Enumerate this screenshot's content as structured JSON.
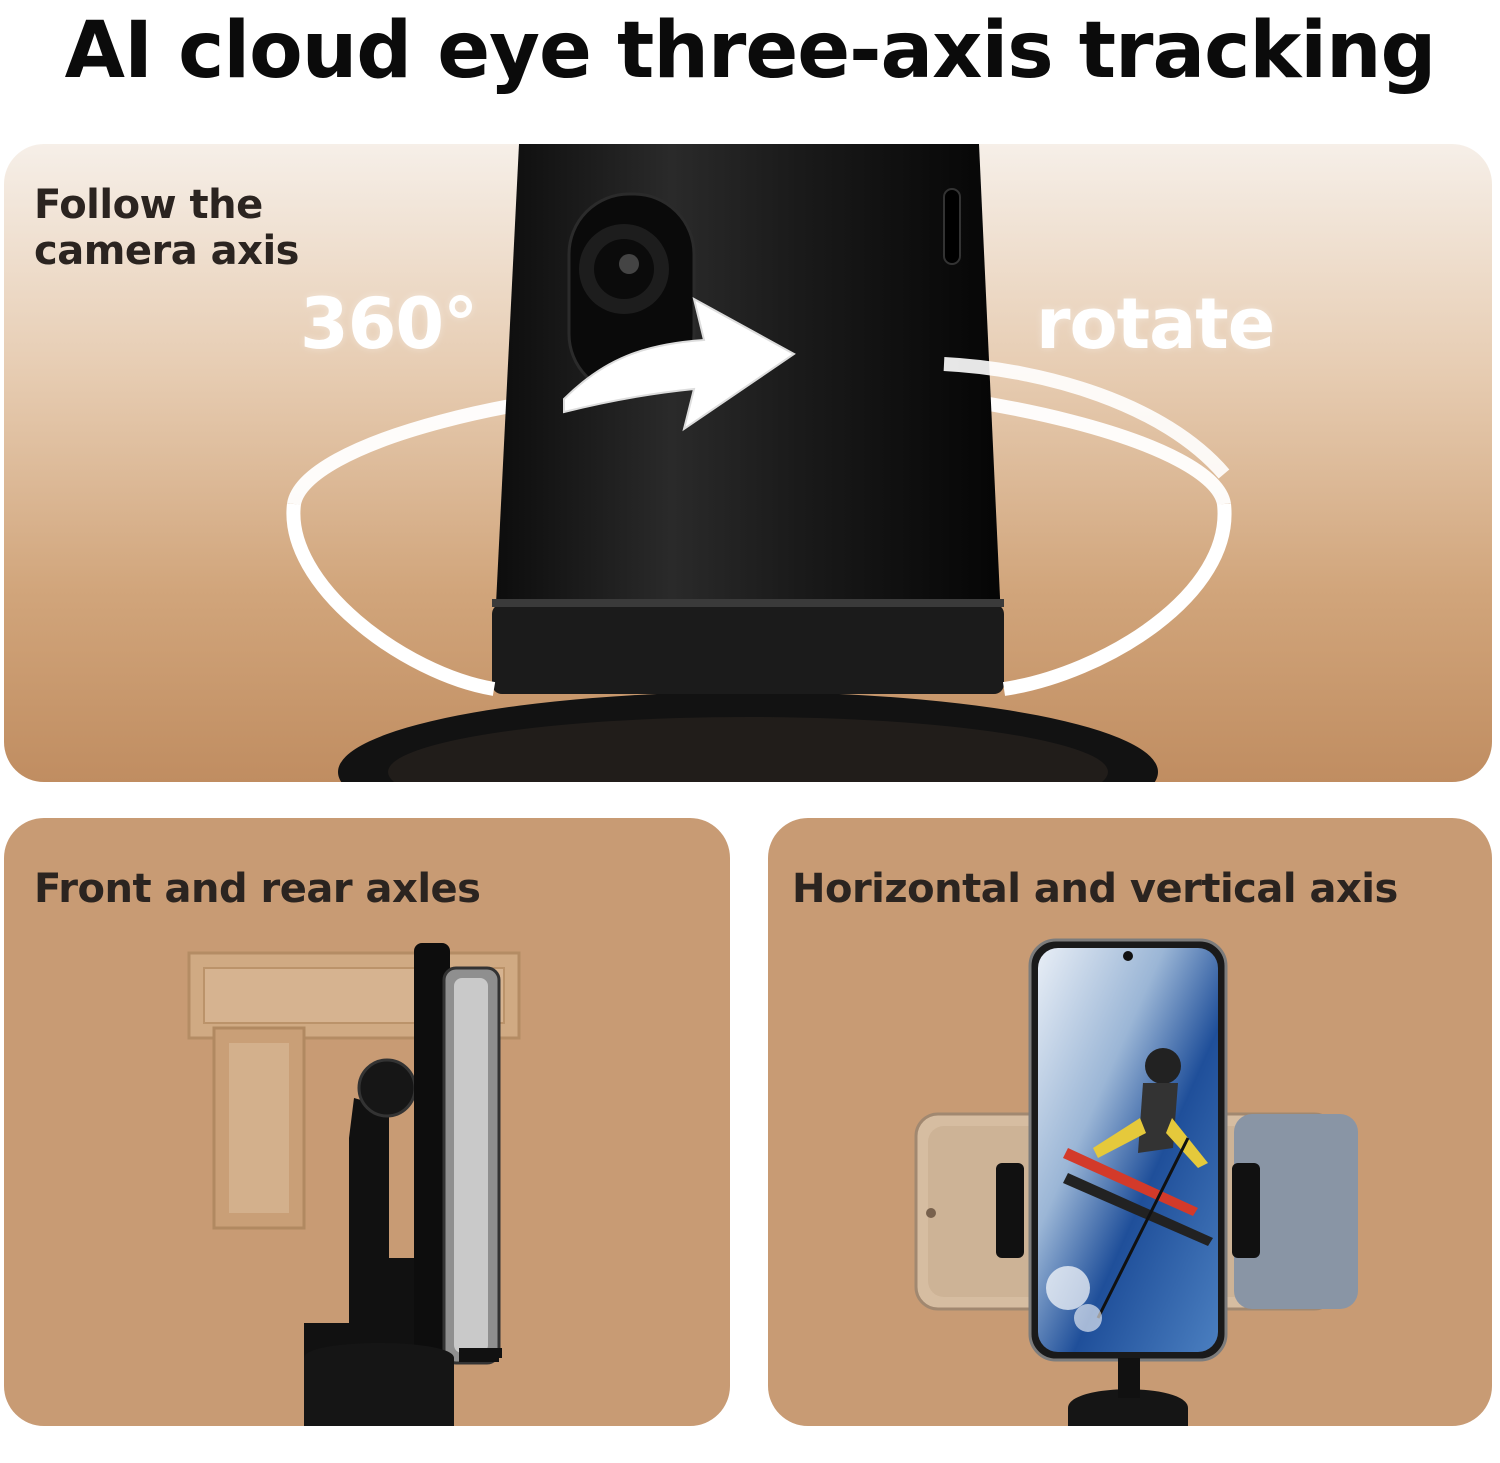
{
  "headline": "AI cloud eye three-axis tracking",
  "top_panel": {
    "label_line1": "Follow the",
    "label_line2": "camera axis",
    "degree_text": "360°",
    "rotate_text": "rotate"
  },
  "left_panel": {
    "label": "Front and rear axles"
  },
  "right_panel": {
    "label": "Horizontal and vertical axis"
  },
  "colors": {
    "panel_tan": "#c89b74",
    "device_black": "#151515",
    "label_dark": "#2b2420"
  }
}
